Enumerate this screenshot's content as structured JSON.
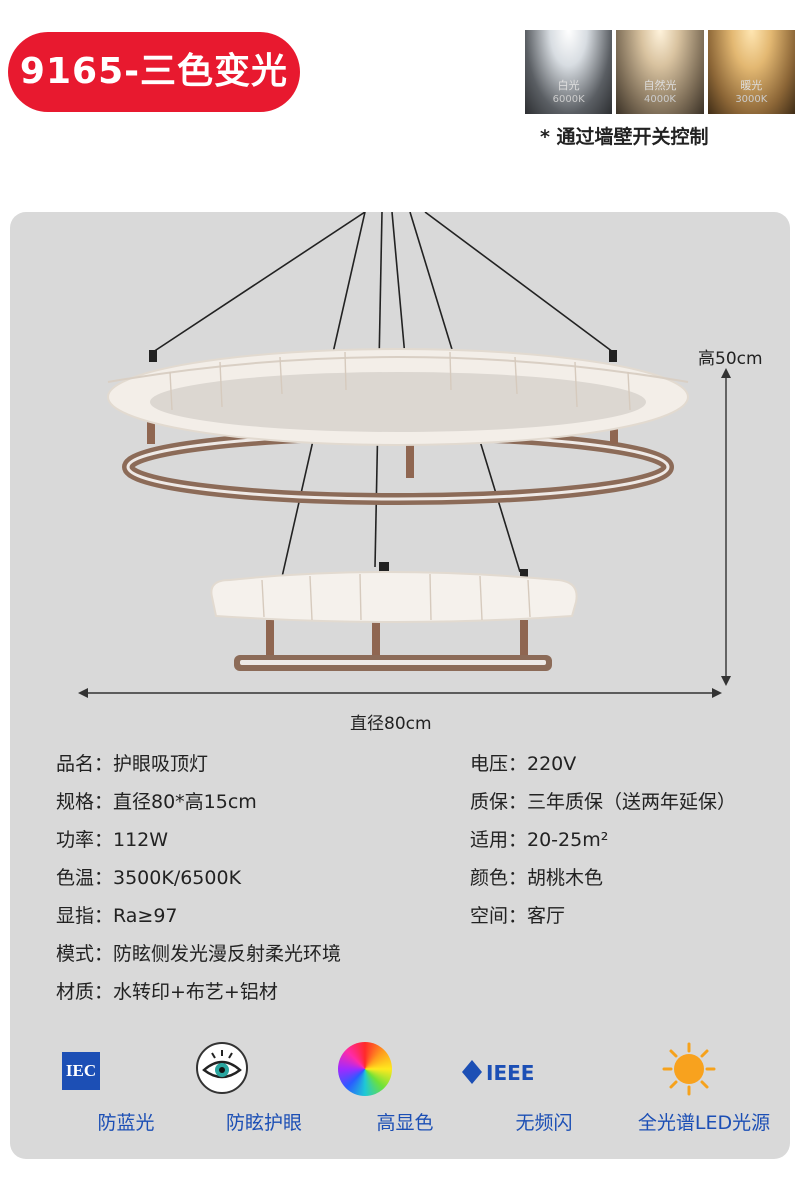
{
  "header": {
    "model_title": "9165-三色变光",
    "swatches": [
      {
        "label": "白光",
        "temp": "6000K"
      },
      {
        "label": "自然光",
        "temp": "4000K"
      },
      {
        "label": "暖光",
        "temp": "3000K"
      }
    ],
    "switch_note": "* 通过墙壁开关控制"
  },
  "dimensions": {
    "height_label": "高50cm",
    "width_label": "直径80cm"
  },
  "specs": {
    "name": "品名：护眼吸顶灯",
    "size": "规格：直径80*高15cm",
    "power": "功率：112W",
    "color_temp": "色温：3500K/6500K",
    "cri": "显指：Ra≥97",
    "mode": "模式：防眩侧发光漫反射柔光环境",
    "material": "材质：水转印+布艺+铝材",
    "voltage": "电压：220V",
    "warranty": "质保：三年质保（送两年延保）",
    "applicable": "适用：20-25m²",
    "color": "颜色：胡桃木色",
    "space": "空间：客厅"
  },
  "features": [
    {
      "label": "防蓝光",
      "icon": "iec-icon",
      "icon_text": "IEC"
    },
    {
      "label": "防眩护眼",
      "icon": "eye-icon"
    },
    {
      "label": "高显色",
      "icon": "color-wheel-icon"
    },
    {
      "label": "无频闪",
      "icon": "ieee-icon",
      "icon_text": "IEEE"
    },
    {
      "label": "全光谱LED光源",
      "icon": "sun-icon"
    }
  ],
  "colors": {
    "accent_red": "#e8192f",
    "feature_blue": "#1c4fb5",
    "panel_gray": "#d9d9d9"
  }
}
